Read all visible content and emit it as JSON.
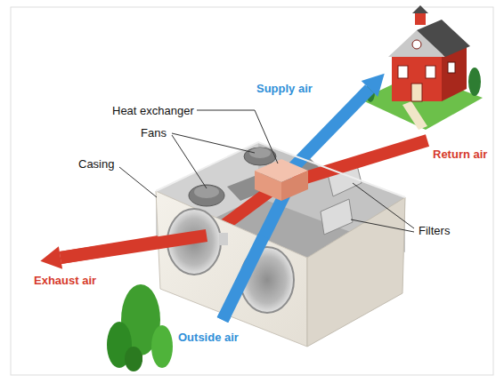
{
  "diagram": {
    "labels": [
      "Heat exchanger",
      "Supply air",
      "Fans",
      "Return air",
      "Casing",
      "Filters",
      "Exhaust air",
      "Outside air"
    ]
  }
}
